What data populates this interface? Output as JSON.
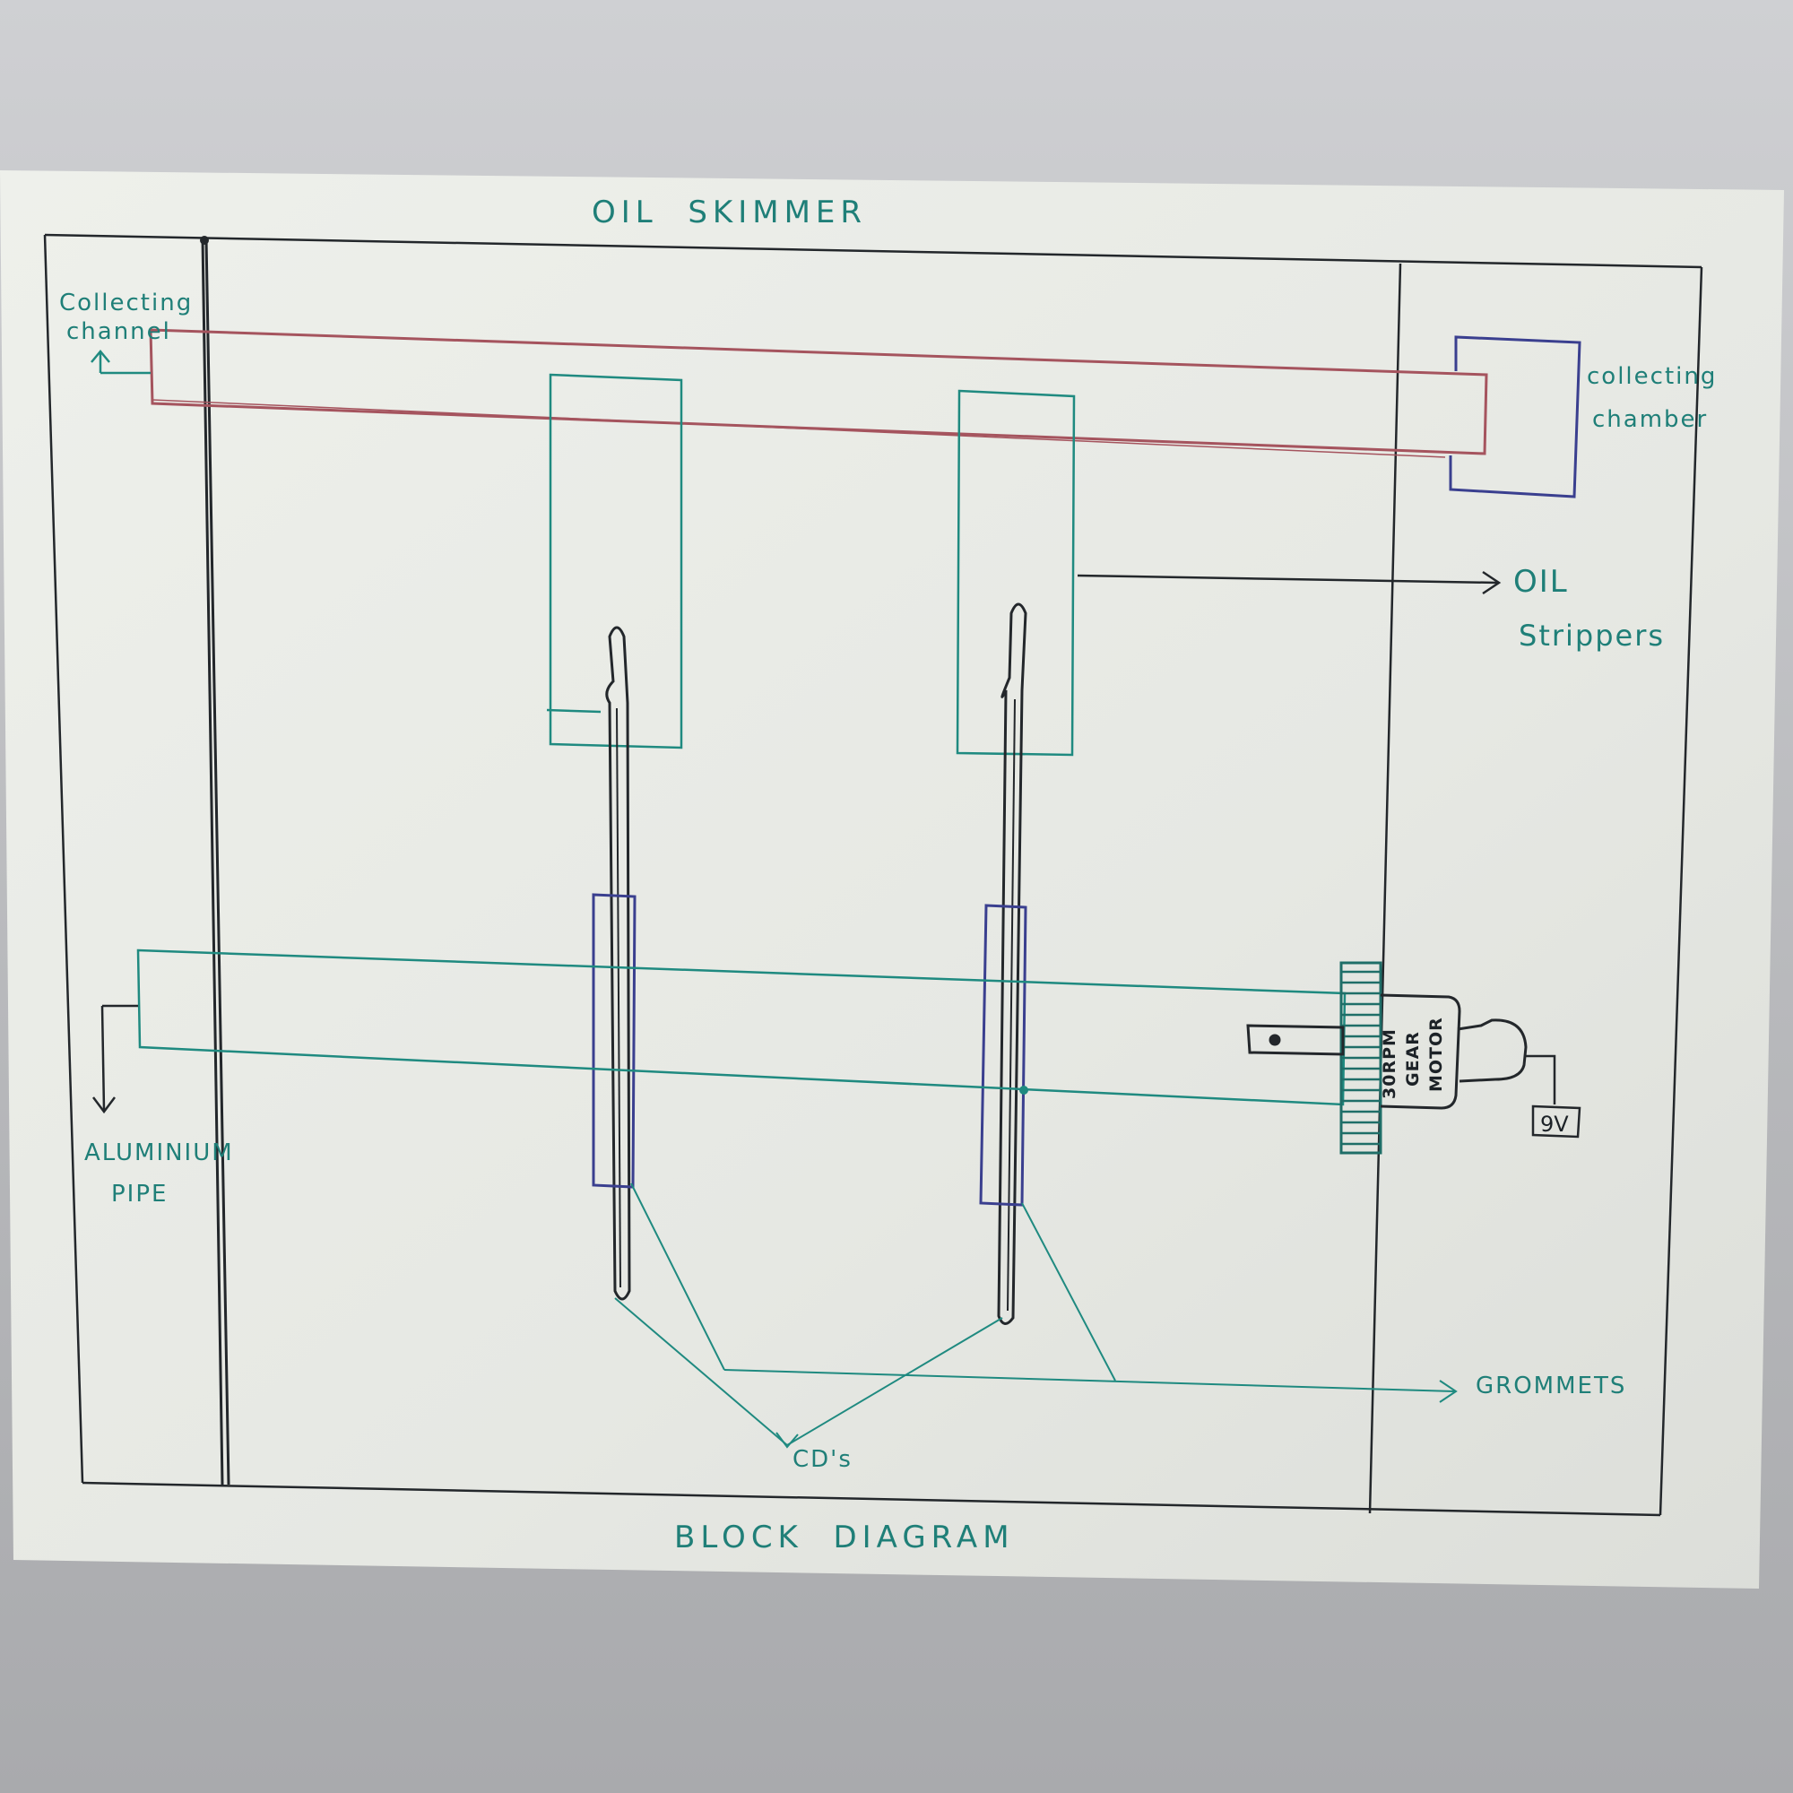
{
  "title": "OIL  SKIMMER",
  "footer": "BLOCK  DIAGRAM",
  "labels": {
    "collecting_channel_line1": "Collecting",
    "collecting_channel_line2": "channel",
    "collecting_chamber_line1": "collecting",
    "collecting_chamber_line2": "chamber",
    "oil_strippers_line1": "OIL",
    "oil_strippers_line2": "Strippers",
    "aluminium_pipe_line1": "ALUMINIUM",
    "aluminium_pipe_line2": "PIPE",
    "grommets": "GROMMETS",
    "cds": "CD's",
    "motor_line1": "30RPM",
    "motor_line2": "GEAR",
    "motor_line3": "MOTOR",
    "battery": "9V"
  },
  "colors": {
    "paper": "#e9ebe6",
    "black_ink": "#23272b",
    "teal_ink": "#1f8a80",
    "blue_ink": "#3a3f8f",
    "red_ink": "#a5545e"
  }
}
